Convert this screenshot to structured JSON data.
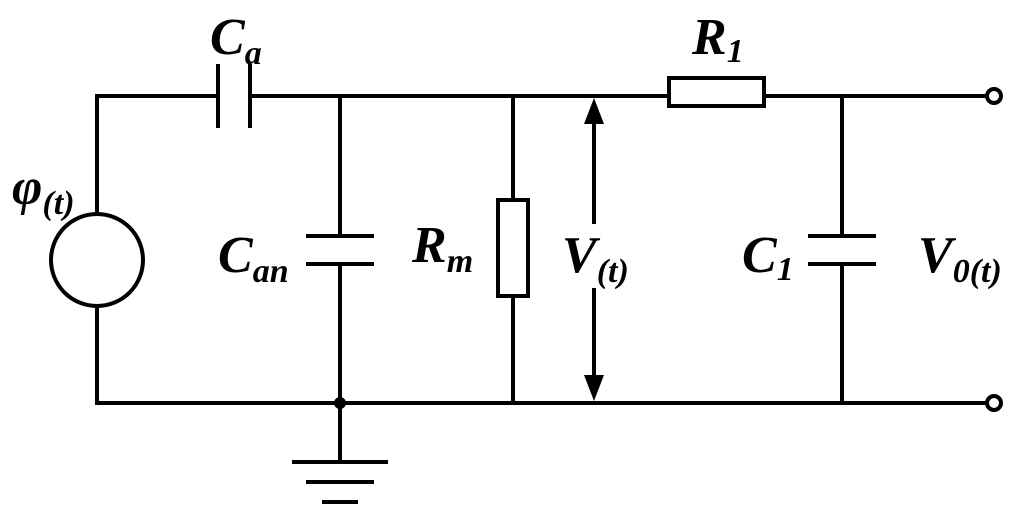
{
  "labels": {
    "source_main": "φ",
    "source_sub": "(t)",
    "ca_main": "C",
    "ca_sub": "a",
    "can_main": "C",
    "can_sub": "an",
    "rm_main": "R",
    "rm_sub": "m",
    "v_main": "V",
    "v_sub": "(t)",
    "r1_main": "R",
    "r1_sub": "1",
    "c1_main": "C",
    "c1_sub": "1",
    "v0_main": "V",
    "v0_sub": "0(t)"
  }
}
